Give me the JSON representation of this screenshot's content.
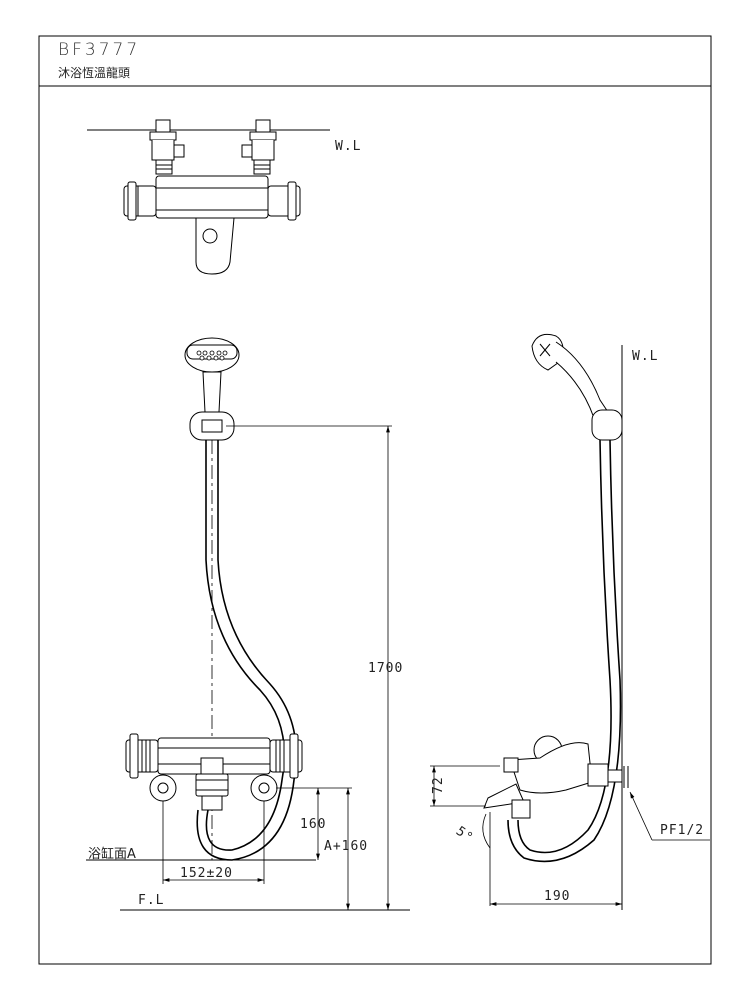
{
  "title_block": {
    "model": "BF3777",
    "name": "沐浴恆溫龍頭"
  },
  "labels": {
    "wall_line_top": "W.L",
    "wall_line_side": "W.L",
    "floor_line": "F.L",
    "tub_surface": "浴缸面A",
    "pipe_thread": "PF1/2",
    "angle": "5°"
  },
  "dimensions": {
    "height_hanger": "1700",
    "inlet_height": "160",
    "total_height": "A+160",
    "inlet_spacing": "152±20",
    "spout_height": "72",
    "projection": "190"
  }
}
